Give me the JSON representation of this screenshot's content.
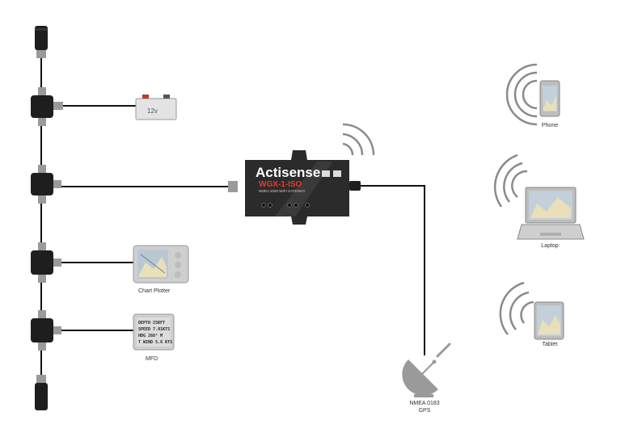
{
  "gateway": {
    "brand": "Actisense",
    "model": "WGX-1-ISO",
    "subtitle": "NMEA 2000 WIFI GATEWAY"
  },
  "battery": {
    "label": "12v"
  },
  "devices": {
    "chart_plotter": "Chart Plotter",
    "mfd": "MFD",
    "gps_line1": "NMEA 0183",
    "gps_line2": "GPS",
    "phone": "Phone",
    "laptop": "Laptop",
    "tablet": "Tablet"
  },
  "mfd_screen": [
    "DEPTH 25KFT",
    "SPEED 7.01KTS",
    "HDG 268° M",
    "T WIND 5.6 KTS"
  ],
  "colors": {
    "cable": "#111111",
    "accent": "#e63a2e",
    "device_body": "#2b2b2b",
    "wifi": "#8a8a8a"
  }
}
